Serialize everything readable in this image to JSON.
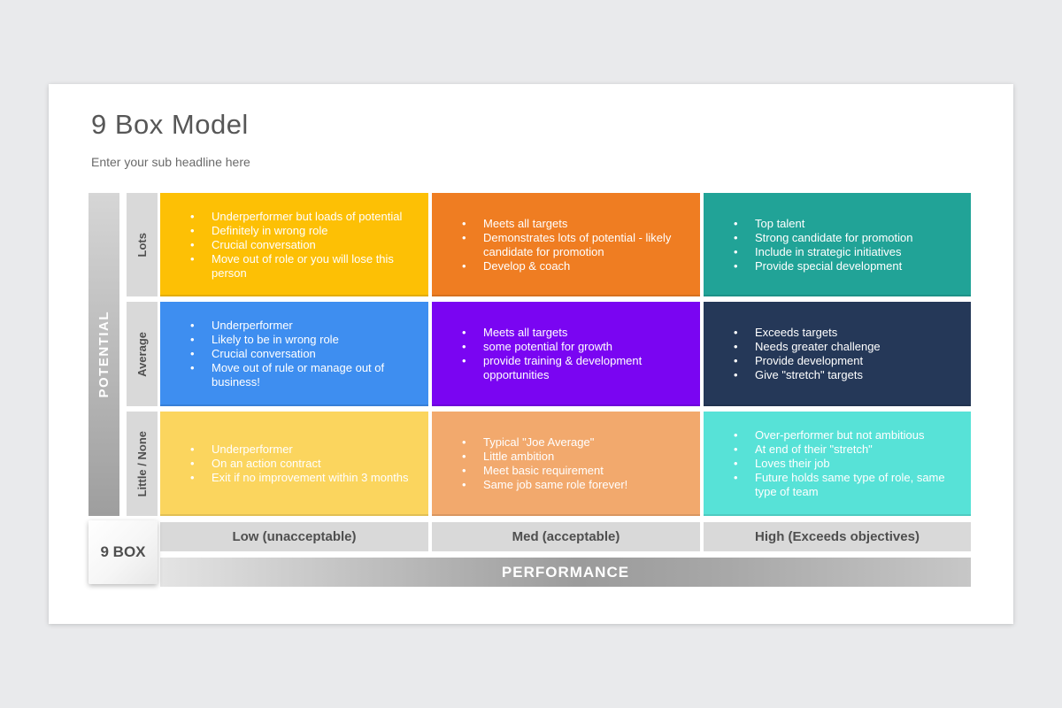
{
  "slide": {
    "title": "9 Box Model",
    "subtitle": "Enter your sub headline here",
    "corner_label": "9 BOX"
  },
  "axes": {
    "y_label": "POTENTIAL",
    "x_label": "PERFORMANCE",
    "row_labels": [
      "Lots",
      "Average",
      "Little / None"
    ],
    "col_labels": [
      "Low (unacceptable)",
      "Med (acceptable)",
      "High (Exceeds objectives)"
    ]
  },
  "colors": {
    "page_background": "#e9eaec",
    "slide_background": "#ffffff",
    "label_gray": "#d9d9d9",
    "text_gray": "#4f4f4f",
    "bullet_text": "#ffffff"
  },
  "cells": [
    {
      "row": "Lots",
      "col": "Low",
      "color": "#fdc005",
      "bullets": [
        "Underperformer but loads of potential",
        "Definitely in wrong role",
        "Crucial conversation",
        "Move out of role or you will lose this person"
      ]
    },
    {
      "row": "Lots",
      "col": "Med",
      "color": "#ef7d22",
      "bullets": [
        "Meets all targets",
        "Demonstrates lots of potential - likely candidate for promotion",
        "Develop & coach"
      ]
    },
    {
      "row": "Lots",
      "col": "High",
      "color": "#21a397",
      "bullets": [
        "Top talent",
        "Strong candidate for promotion",
        "Include in strategic initiatives",
        "Provide special development"
      ]
    },
    {
      "row": "Average",
      "col": "Low",
      "color": "#3e8ef0",
      "bullets": [
        "Underperformer",
        "Likely to be in wrong role",
        "Crucial conversation",
        "Move out of rule or manage out of business!"
      ]
    },
    {
      "row": "Average",
      "col": "Med",
      "color": "#7a05f2",
      "bullets": [
        "Meets all targets",
        "some potential for growth",
        "provide training & development opportunities"
      ]
    },
    {
      "row": "Average",
      "col": "High",
      "color": "#253858",
      "bullets": [
        "Exceeds targets",
        "Needs greater challenge",
        "Provide development",
        "Give \"stretch\" targets"
      ]
    },
    {
      "row": "Little / None",
      "col": "Low",
      "color": "#fbd55e",
      "bullets": [
        "Underperformer",
        "On an action contract",
        "Exit if no improvement within 3 months"
      ]
    },
    {
      "row": "Little / None",
      "col": "Med",
      "color": "#f2a96d",
      "bullets": [
        "Typical \"Joe Average\"",
        "Little ambition",
        "Meet basic requirement",
        "Same job same role forever!"
      ]
    },
    {
      "row": "Little / None",
      "col": "High",
      "color": "#57e2d7",
      "bullets": [
        "Over-performer but not ambitious",
        "At end of their \"stretch\"",
        "Loves their job",
        "Future holds same type of role, same type of team"
      ]
    }
  ]
}
